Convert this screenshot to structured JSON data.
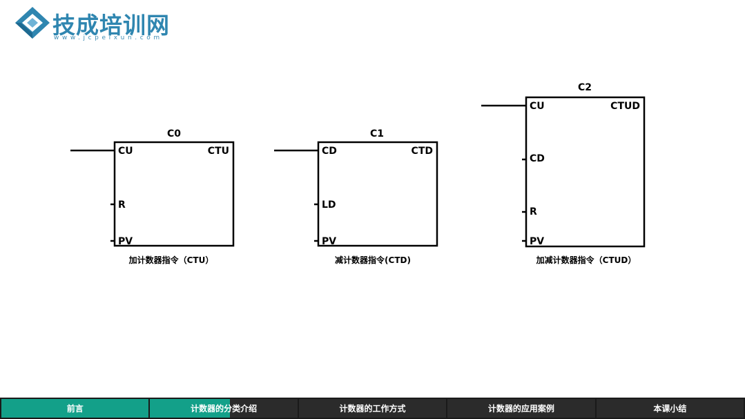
{
  "logo": {
    "name": "技成培训网",
    "url": "www.jcpeixun.com",
    "color": "#2f86b0"
  },
  "diagram": {
    "blocks": [
      {
        "id": "C0",
        "type_label": "CTU",
        "caption": "加计数器指令（CTU）",
        "pins": [
          "CU",
          "R",
          "PV"
        ]
      },
      {
        "id": "C1",
        "type_label": "CTD",
        "caption": "减计数器指令(CTD)",
        "pins": [
          "CD",
          "LD",
          "PV"
        ]
      },
      {
        "id": "C2",
        "type_label": "CTUD",
        "caption": "加减计数器指令（CTUD）",
        "pins": [
          "CU",
          "CD",
          "R",
          "PV"
        ]
      }
    ]
  },
  "nav": {
    "accent": "#13a089",
    "tabs": [
      {
        "label": "前言",
        "progress": 1.0
      },
      {
        "label": "计数器的分类介绍",
        "progress": 0.54
      },
      {
        "label": "计数器的工作方式",
        "progress": 0
      },
      {
        "label": "计数器的应用案例",
        "progress": 0
      },
      {
        "label": "本课小结",
        "progress": 0
      }
    ]
  }
}
